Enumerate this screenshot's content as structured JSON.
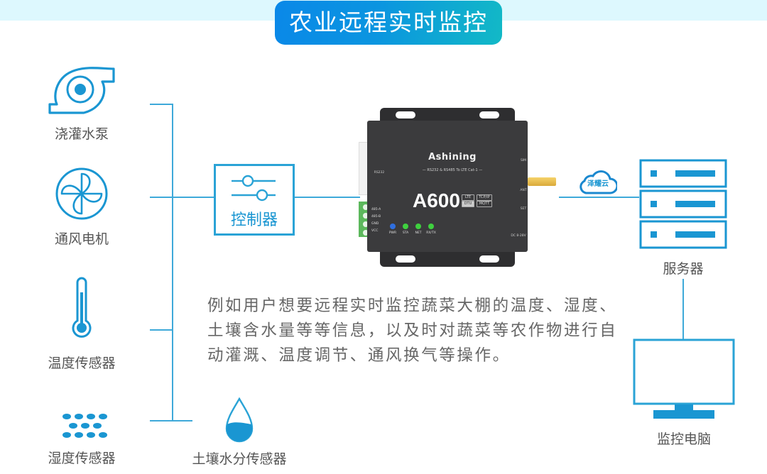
{
  "title": "农业远程实时监控",
  "colors": {
    "accent": "#2aa3d6",
    "title_gradient_start": "#0a88e8",
    "title_gradient_end": "#12b9c6",
    "top_band": "#ddf8fe",
    "text_gray": "#555555",
    "device_body": "#3b3b3d"
  },
  "devices_left": [
    {
      "label": "浇灌水泵",
      "icon": "water-pump-icon"
    },
    {
      "label": "通风电机",
      "icon": "fan-icon"
    },
    {
      "label": "温度传感器",
      "icon": "thermometer-icon"
    },
    {
      "label": "湿度传感器",
      "icon": "humidity-dots-icon"
    }
  ],
  "soil_sensor": {
    "label": "土壤水分传感器",
    "icon": "water-drop-icon"
  },
  "controller": {
    "label": "控制器",
    "icon": "sliders-icon"
  },
  "dtu": {
    "brand": "Ashining",
    "subtitle": "— RS232 & RS485 To LTE Cat-1 —",
    "model": "A600",
    "tags": [
      "LTE",
      "DTU",
      "TCP/IP",
      "MQTT"
    ],
    "port_label": "RS232",
    "pins": [
      "485-A",
      "485-B",
      "GND",
      "VCC"
    ],
    "leds": [
      {
        "label": "PWR",
        "color": "#2f6fe0"
      },
      {
        "label": "STA",
        "color": "#3fd03f"
      },
      {
        "label": "NET",
        "color": "#3fd03f"
      },
      {
        "label": "RX/TX",
        "color": "#3fd03f"
      }
    ],
    "side_labels": [
      "SIM",
      "ANT",
      "SET",
      "DC 8-28V"
    ]
  },
  "cloud": {
    "label": "泽耀云",
    "icon": "cloud-icon"
  },
  "server": {
    "label": "服务器",
    "icon": "server-rack-icon"
  },
  "monitor": {
    "label": "监控电脑",
    "icon": "monitor-icon"
  },
  "description": "例如用户想要远程实时监控蔬菜大棚的温度、湿度、土壤含水量等等信息，以及时对蔬菜等农作物进行自动灌溉、温度调节、通风换气等操作。"
}
